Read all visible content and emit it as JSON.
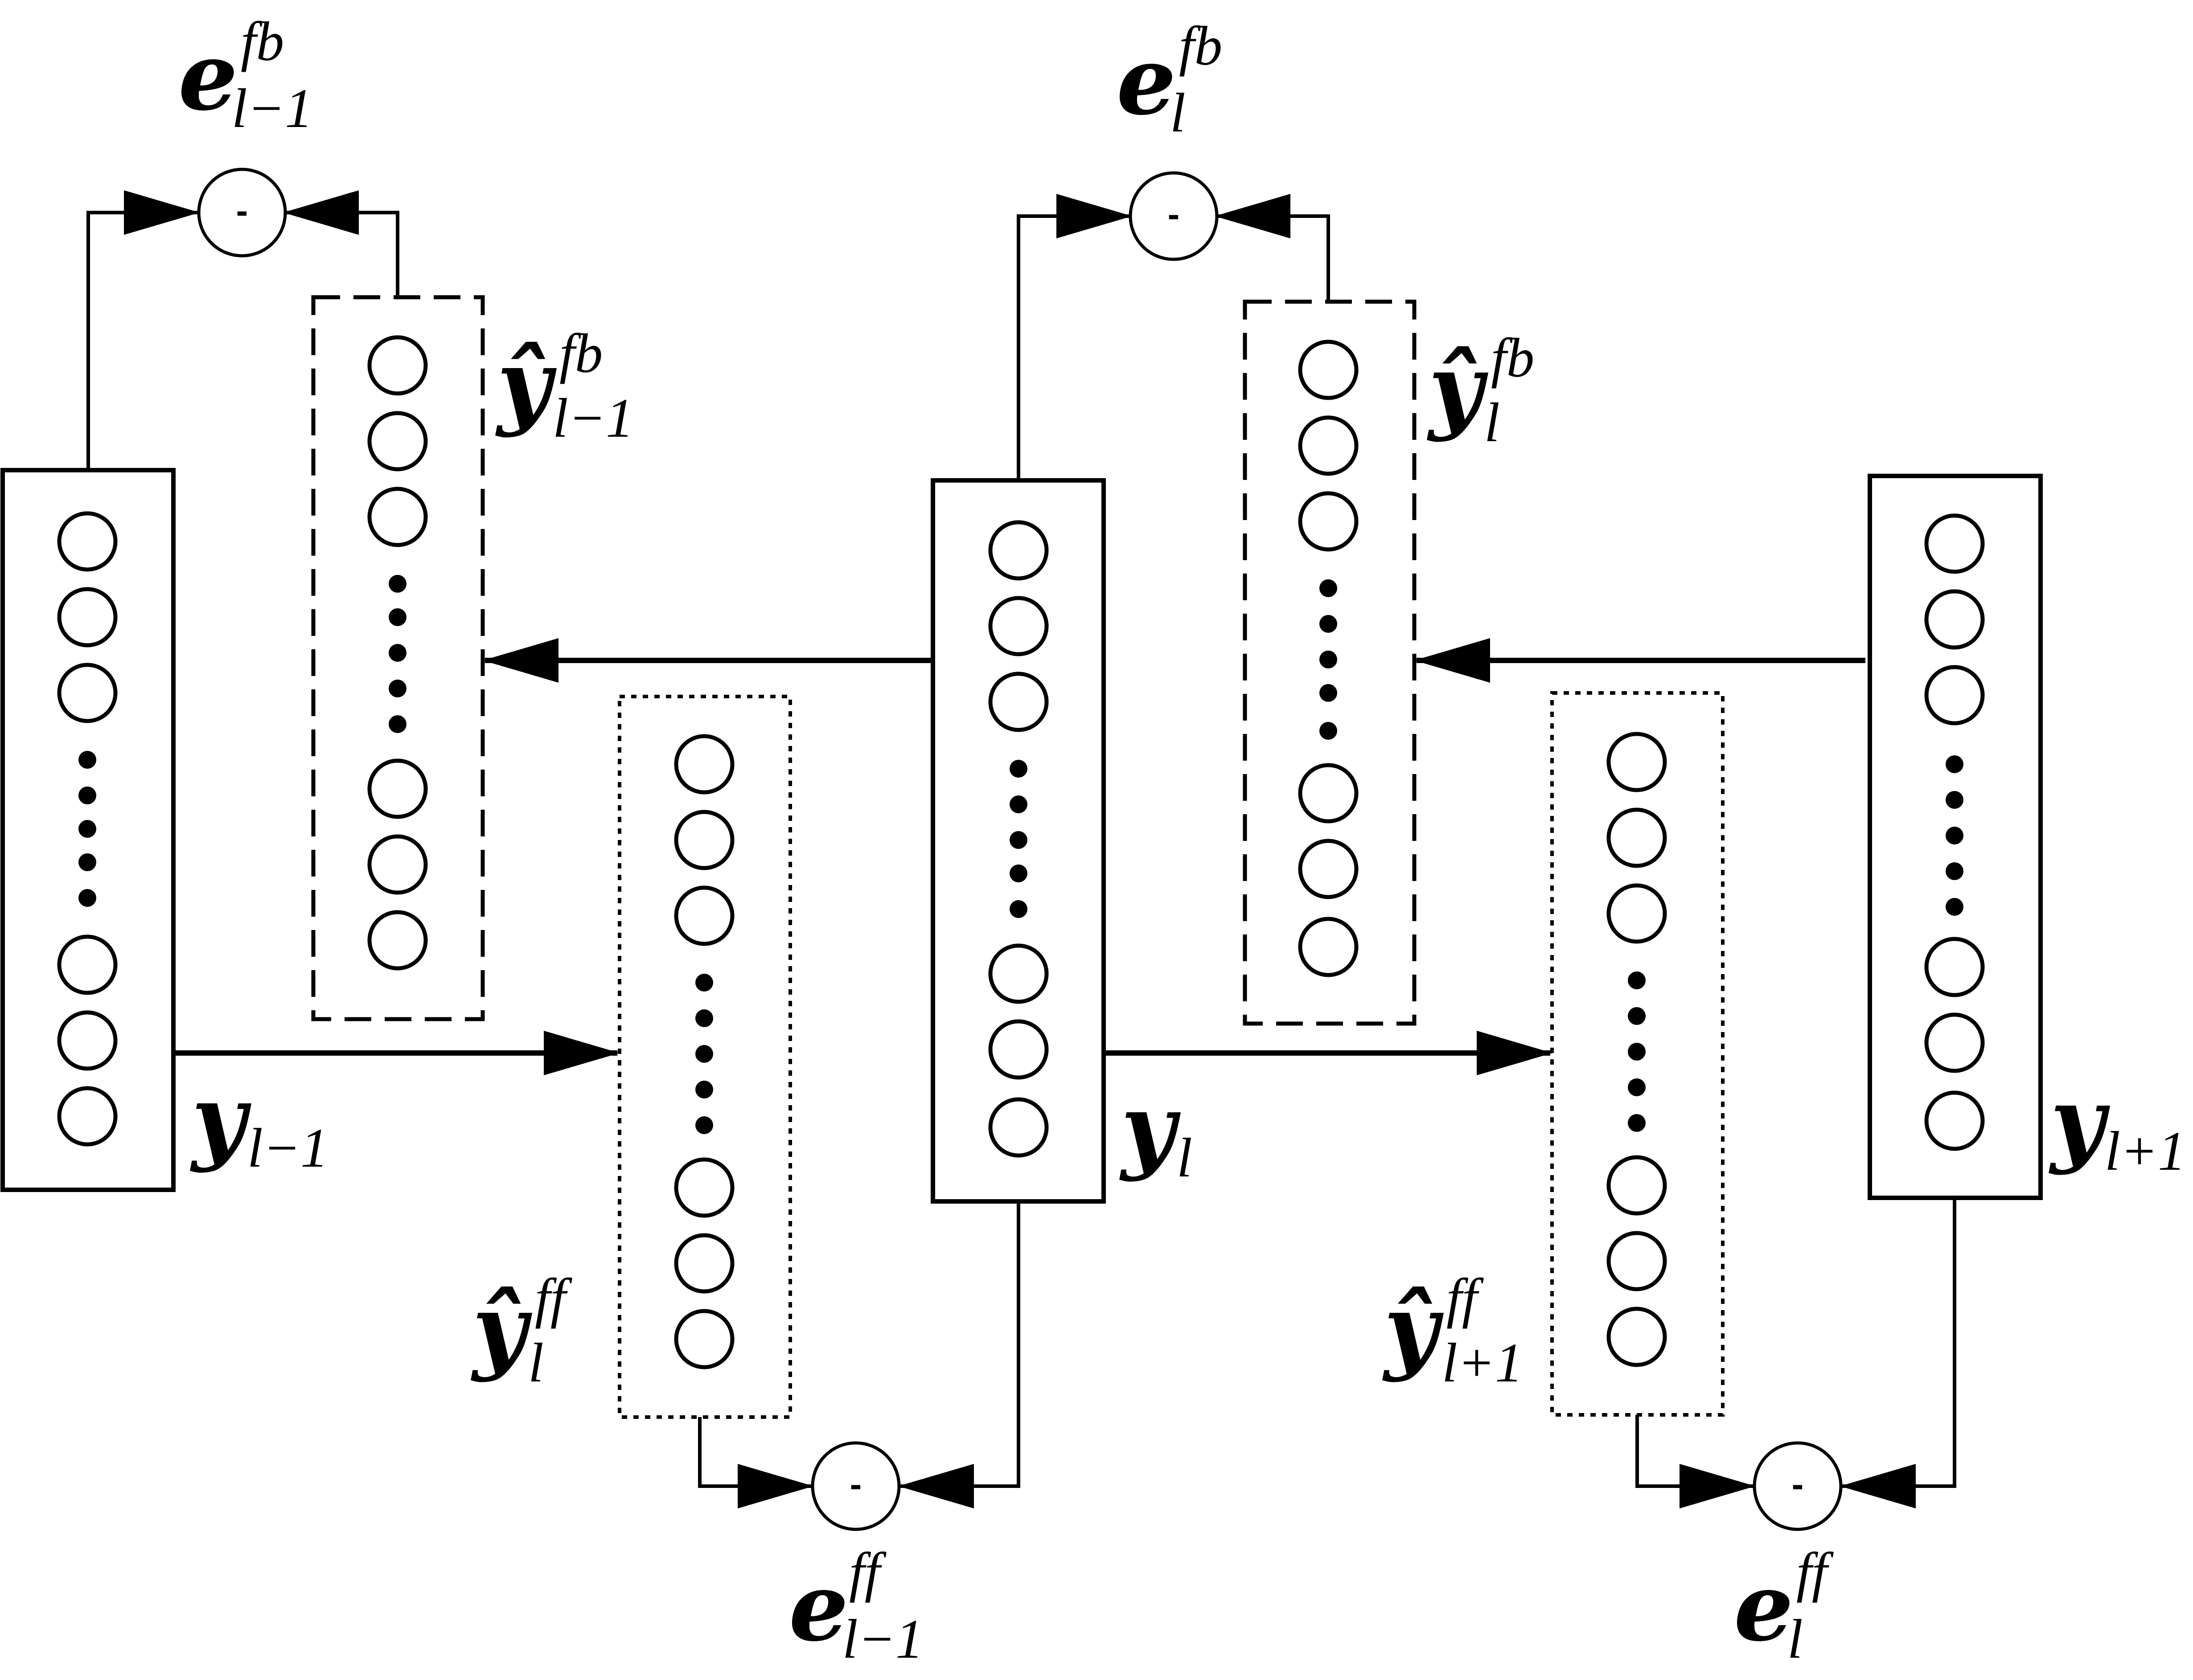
{
  "operator": "-",
  "layers": [
    {
      "symbol": "y",
      "subscript": "l−1"
    },
    {
      "symbol": "y",
      "subscript": "l"
    },
    {
      "symbol": "y",
      "subscript": "l+1"
    }
  ],
  "feedback_predictions": [
    {
      "symbol": "ŷ",
      "superscript": "fb",
      "subscript": "l−1"
    },
    {
      "symbol": "ŷ",
      "superscript": "fb",
      "subscript": "l"
    }
  ],
  "feedforward_predictions": [
    {
      "symbol": "ŷ",
      "superscript": "ff",
      "subscript": "l"
    },
    {
      "symbol": "ŷ",
      "superscript": "ff",
      "subscript": "l+1"
    }
  ],
  "feedback_errors": [
    {
      "symbol": "e",
      "superscript": "fb",
      "subscript": "l−1"
    },
    {
      "symbol": "e",
      "superscript": "fb",
      "subscript": "l"
    }
  ],
  "feedforward_errors": [
    {
      "symbol": "e",
      "superscript": "ff",
      "subscript": "l−1"
    },
    {
      "symbol": "e",
      "superscript": "ff",
      "subscript": "l"
    }
  ]
}
